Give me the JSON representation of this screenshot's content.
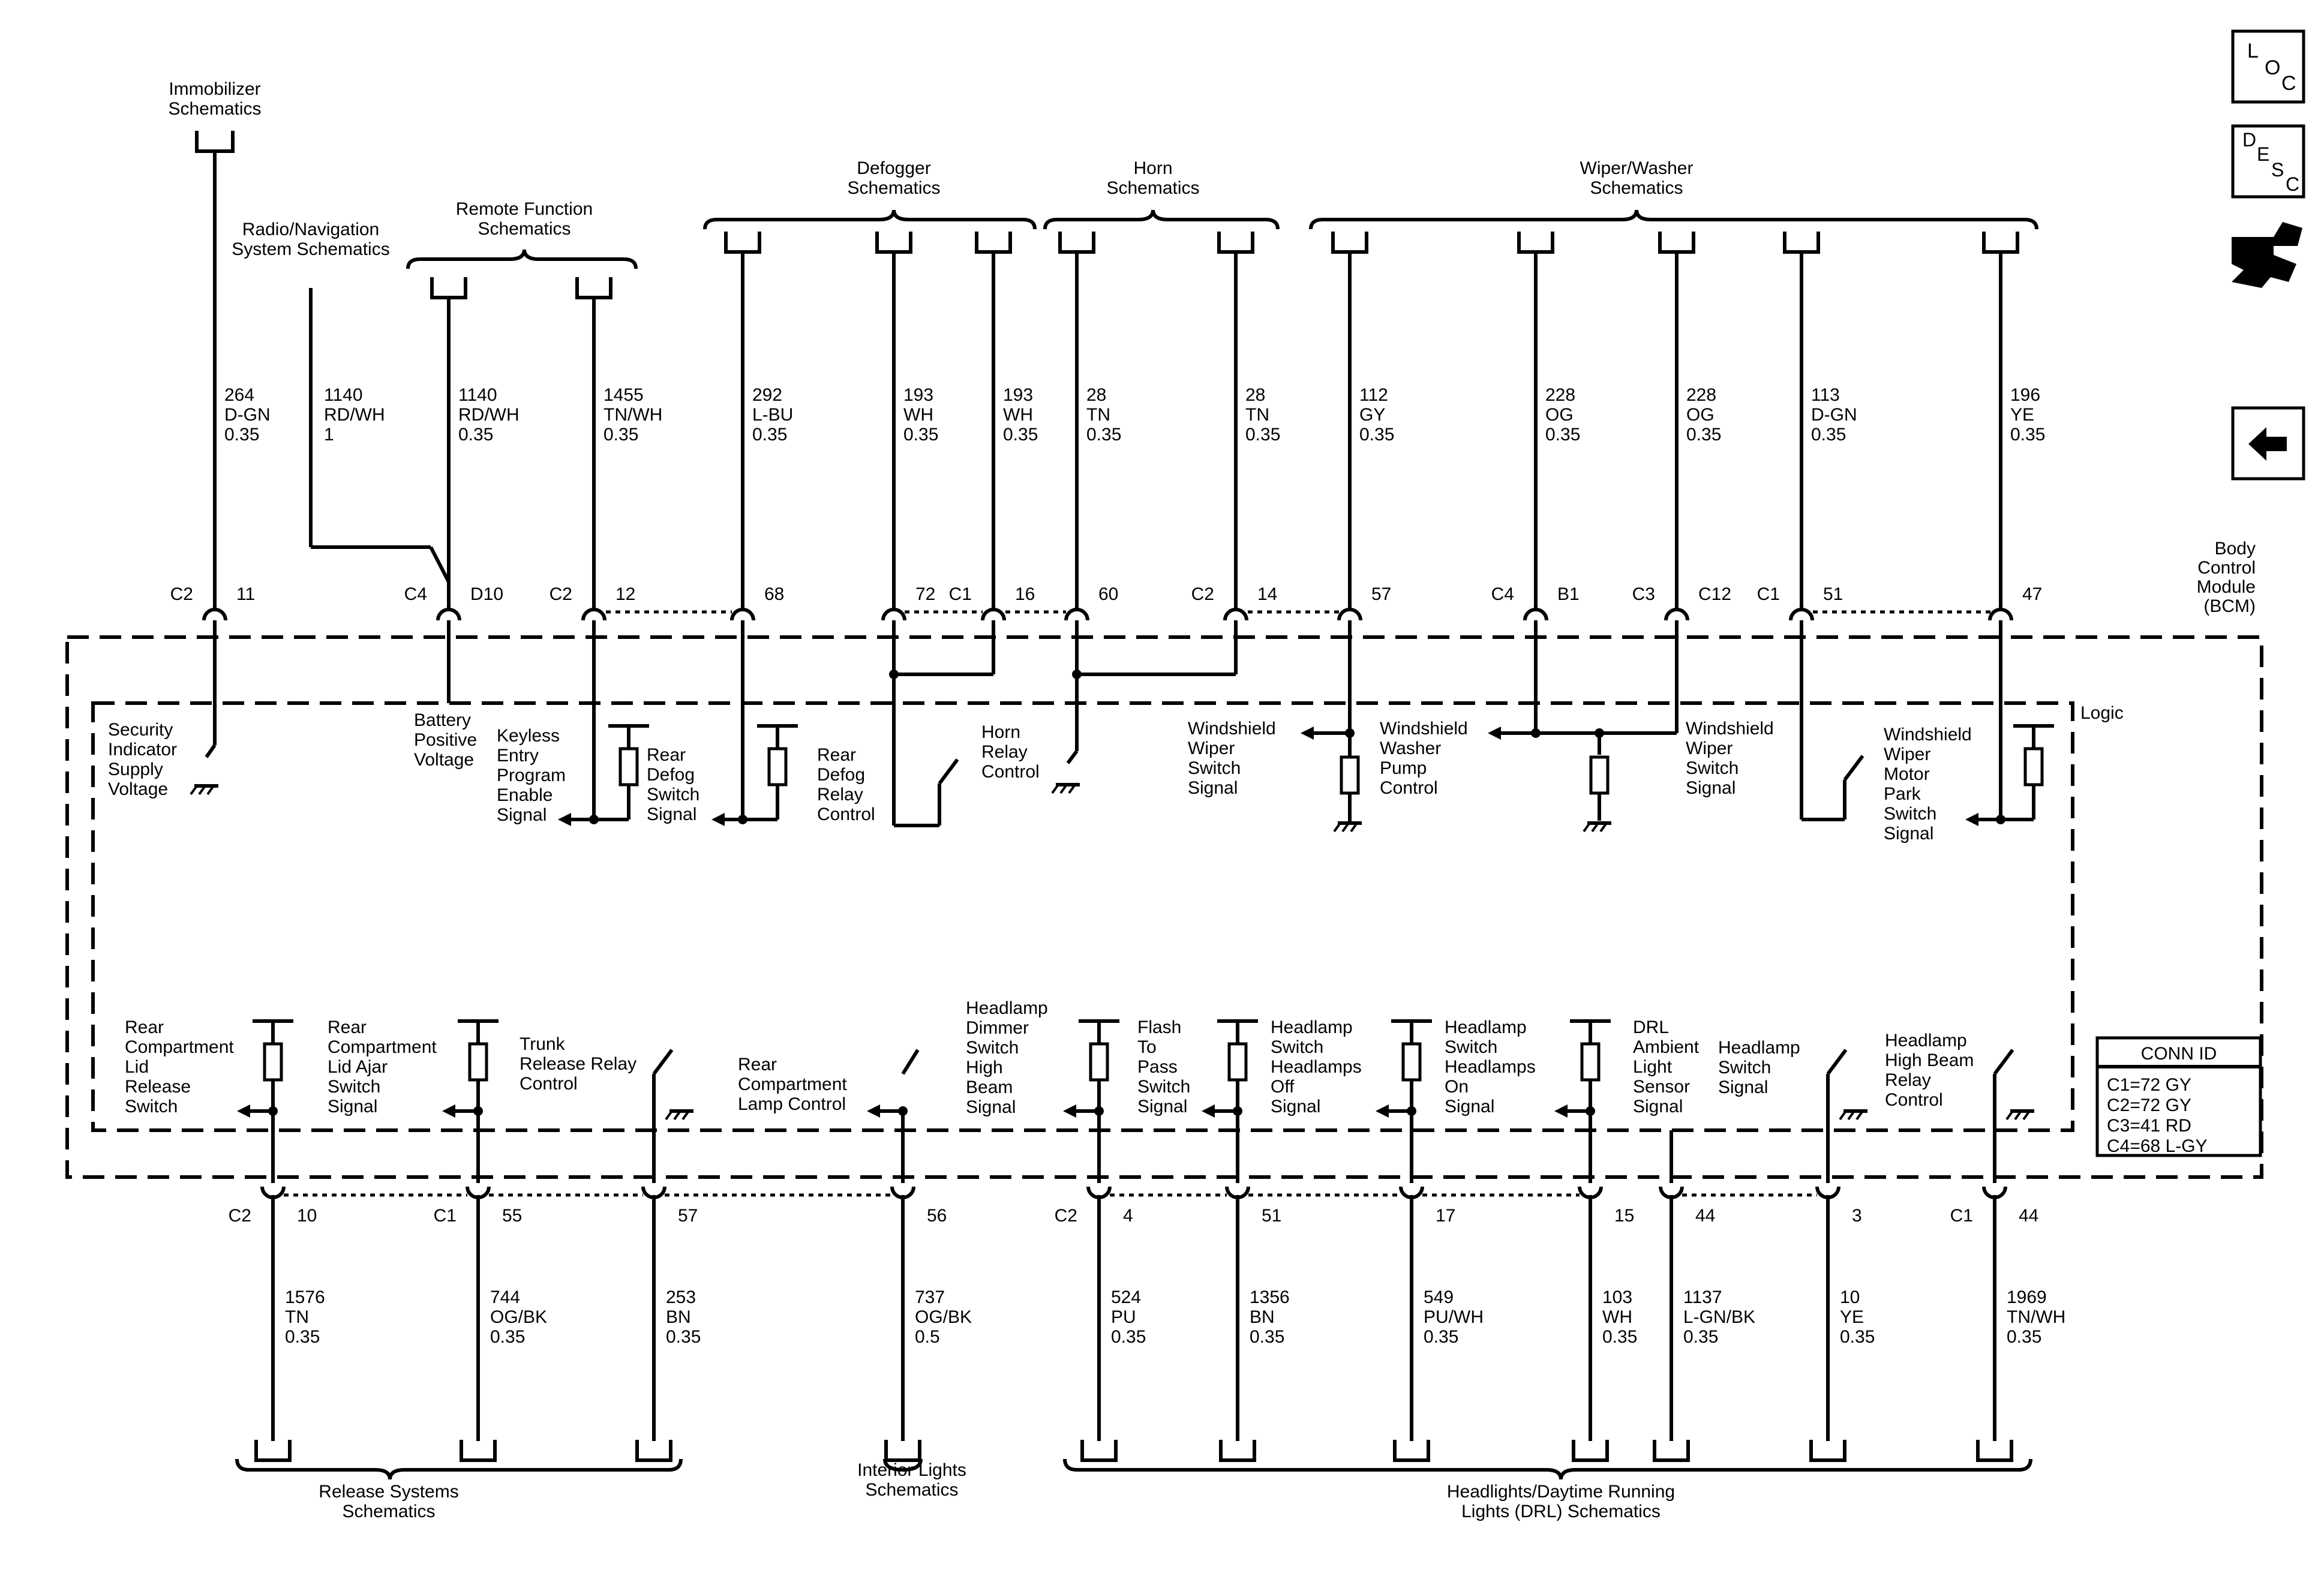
{
  "side_buttons": [
    {
      "name": "loc-button",
      "letters": [
        "L",
        "O",
        "C"
      ]
    },
    {
      "name": "desc-button",
      "letters": [
        "D",
        "E",
        "S",
        "C"
      ]
    },
    {
      "name": "connector-tool-icon"
    },
    {
      "name": "back-arrow-button"
    }
  ],
  "module": {
    "title": [
      "Body",
      "Control",
      "Module",
      "(BCM)"
    ],
    "logic": "Logic"
  },
  "conn_id": {
    "title": "CONN ID",
    "rows": [
      "C1=72 GY",
      "C2=72 GY",
      "C3=41 RD",
      "C4=68 L-GY"
    ]
  },
  "top_groups": [
    {
      "name": "immobilizer-schematics",
      "label": [
        "Immobilizer",
        "Schematics"
      ]
    },
    {
      "name": "radio-navigation-schematics",
      "label": [
        "Radio/Navigation",
        "System Schematics"
      ]
    },
    {
      "name": "remote-function-schematics",
      "label": [
        "Remote Function",
        "Schematics"
      ]
    },
    {
      "name": "defogger-schematics",
      "label": [
        "Defogger",
        "Schematics"
      ]
    },
    {
      "name": "horn-schematics",
      "label": [
        "Horn",
        "Schematics"
      ]
    },
    {
      "name": "wiper-washer-schematics",
      "label": [
        "Wiper/Washer",
        "Schematics"
      ]
    }
  ],
  "bottom_groups": [
    {
      "name": "release-systems-schematics",
      "label": [
        "Release Systems",
        "Schematics"
      ]
    },
    {
      "name": "interior-lights-schematics",
      "label": [
        "Interior Lights",
        "Schematics"
      ]
    },
    {
      "name": "headlights-drl-schematics",
      "label": [
        "Headlights/Daytime Running",
        "Lights (DRL) Schematics"
      ]
    }
  ],
  "top_wires": [
    {
      "circuit": [
        "264",
        "D-GN",
        "0.35"
      ],
      "conn": "C2",
      "pin": "11"
    },
    {
      "circuit": [
        "1140",
        "RD/WH",
        "1"
      ]
    },
    {
      "circuit": [
        "1140",
        "RD/WH",
        "0.35"
      ],
      "conn": "C4",
      "pin": "D10"
    },
    {
      "circuit": [
        "1455",
        "TN/WH",
        "0.35"
      ],
      "conn": "C2",
      "pin": "12"
    },
    {
      "circuit": [
        "292",
        "L-BU",
        "0.35"
      ],
      "pin": "68"
    },
    {
      "circuit": [
        "193",
        "WH",
        "0.35"
      ],
      "pin": "72"
    },
    {
      "circuit": [
        "193",
        "WH",
        "0.35"
      ],
      "conn": "C1",
      "pin": "16"
    },
    {
      "circuit": [
        "28",
        "TN",
        "0.35"
      ],
      "pin": "60"
    },
    {
      "circuit": [
        "28",
        "TN",
        "0.35"
      ],
      "conn": "C2",
      "pin": "14"
    },
    {
      "circuit": [
        "112",
        "GY",
        "0.35"
      ],
      "pin": "57"
    },
    {
      "circuit": [
        "228",
        "OG",
        "0.35"
      ],
      "conn": "C4",
      "pin": "B1"
    },
    {
      "circuit": [
        "228",
        "OG",
        "0.35"
      ],
      "conn": "C3",
      "pin": "C12"
    },
    {
      "circuit": [
        "113",
        "D-GN",
        "0.35"
      ],
      "conn": "C1",
      "pin": "51"
    },
    {
      "circuit": [
        "196",
        "YE",
        "0.35"
      ],
      "pin": "47"
    }
  ],
  "bottom_wires": [
    {
      "circuit": [
        "1576",
        "TN",
        "0.35"
      ],
      "conn": "C2",
      "pin": "10"
    },
    {
      "circuit": [
        "744",
        "OG/BK",
        "0.35"
      ],
      "conn": "C1",
      "pin": "55"
    },
    {
      "circuit": [
        "253",
        "BN",
        "0.35"
      ],
      "pin": "57"
    },
    {
      "circuit": [
        "737",
        "OG/BK",
        "0.5"
      ],
      "pin": "56"
    },
    {
      "circuit": [
        "524",
        "PU",
        "0.35"
      ],
      "conn": "C2",
      "pin": "4"
    },
    {
      "circuit": [
        "1356",
        "BN",
        "0.35"
      ],
      "pin": "51"
    },
    {
      "circuit": [
        "549",
        "PU/WH",
        "0.35"
      ],
      "pin": "17"
    },
    {
      "circuit": [
        "103",
        "WH",
        "0.35"
      ],
      "pin": "15"
    },
    {
      "circuit": [
        "1137",
        "L-GN/BK",
        "0.35"
      ],
      "pin": "44"
    },
    {
      "circuit": [
        "10",
        "YE",
        "0.35"
      ],
      "pin": "3"
    },
    {
      "circuit": [
        "1969",
        "TN/WH",
        "0.35"
      ],
      "conn": "C1",
      "pin": "44"
    }
  ],
  "top_signals": [
    {
      "name": "security-indicator-supply-voltage-label",
      "text": [
        "Security",
        "Indicator",
        "Supply",
        "Voltage"
      ]
    },
    {
      "name": "battery-positive-voltage-label",
      "text": [
        "Battery",
        "Positive",
        "Voltage"
      ]
    },
    {
      "name": "keyless-entry-program-enable-signal-label",
      "text": [
        "Keyless",
        "Entry",
        "Program",
        "Enable",
        "Signal"
      ]
    },
    {
      "name": "rear-defog-switch-signal-label",
      "text": [
        "Rear",
        "Defog",
        "Switch",
        "Signal"
      ]
    },
    {
      "name": "rear-defog-relay-control-label",
      "text": [
        "Rear",
        "Defog",
        "Relay",
        "Control"
      ]
    },
    {
      "name": "horn-relay-control-label",
      "text": [
        "Horn",
        "Relay",
        "Control"
      ]
    },
    {
      "name": "windshield-wiper-switch-signal-left-label",
      "text": [
        "Windshield",
        "Wiper",
        "Switch",
        "Signal"
      ]
    },
    {
      "name": "windshield-washer-pump-control-label",
      "text": [
        "Windshield",
        "Washer",
        "Pump",
        "Control"
      ]
    },
    {
      "name": "windshield-wiper-switch-signal-right-label",
      "text": [
        "Windshield",
        "Wiper",
        "Switch",
        "Signal"
      ]
    },
    {
      "name": "windshield-wiper-motor-park-switch-signal-label",
      "text": [
        "Windshield",
        "Wiper",
        "Motor",
        "Park",
        "Switch",
        "Signal"
      ]
    }
  ],
  "bottom_signals": [
    {
      "name": "rear-compartment-lid-release-switch-label",
      "text": [
        "Rear",
        "Compartment",
        "Lid",
        "Release",
        "Switch"
      ]
    },
    {
      "name": "rear-compartment-lid-ajar-switch-signal-label",
      "text": [
        "Rear",
        "Compartment",
        "Lid Ajar",
        "Switch",
        "Signal"
      ]
    },
    {
      "name": "trunk-release-relay-control-label",
      "text": [
        "Trunk",
        "Release Relay",
        "Control"
      ]
    },
    {
      "name": "rear-compartment-lamp-control-label",
      "text": [
        "Rear",
        "Compartment",
        "Lamp Control"
      ]
    },
    {
      "name": "headlamp-dimmer-switch-high-beam-signal-label",
      "text": [
        "Headlamp",
        "Dimmer",
        "Switch",
        "High",
        "Beam",
        "Signal"
      ]
    },
    {
      "name": "flash-to-pass-switch-signal-label",
      "text": [
        "Flash",
        "To",
        "Pass",
        "Switch",
        "Signal"
      ]
    },
    {
      "name": "headlamp-switch-headlamps-off-signal-label",
      "text": [
        "Headlamp",
        "Switch",
        "Headlamps",
        "Off",
        "Signal"
      ]
    },
    {
      "name": "headlamp-switch-headlamps-on-signal-label",
      "text": [
        "Headlamp",
        "Switch",
        "Headlamps",
        "On",
        "Signal"
      ]
    },
    {
      "name": "drl-ambient-light-sensor-signal-label",
      "text": [
        "DRL",
        "Ambient",
        "Light",
        "Sensor",
        "Signal"
      ]
    },
    {
      "name": "headlamp-switch-signal-label",
      "text": [
        "Headlamp",
        "Switch",
        "Signal"
      ]
    },
    {
      "name": "headlamp-high-beam-relay-control-label",
      "text": [
        "Headlamp",
        "High Beam",
        "Relay",
        "Control"
      ]
    }
  ]
}
